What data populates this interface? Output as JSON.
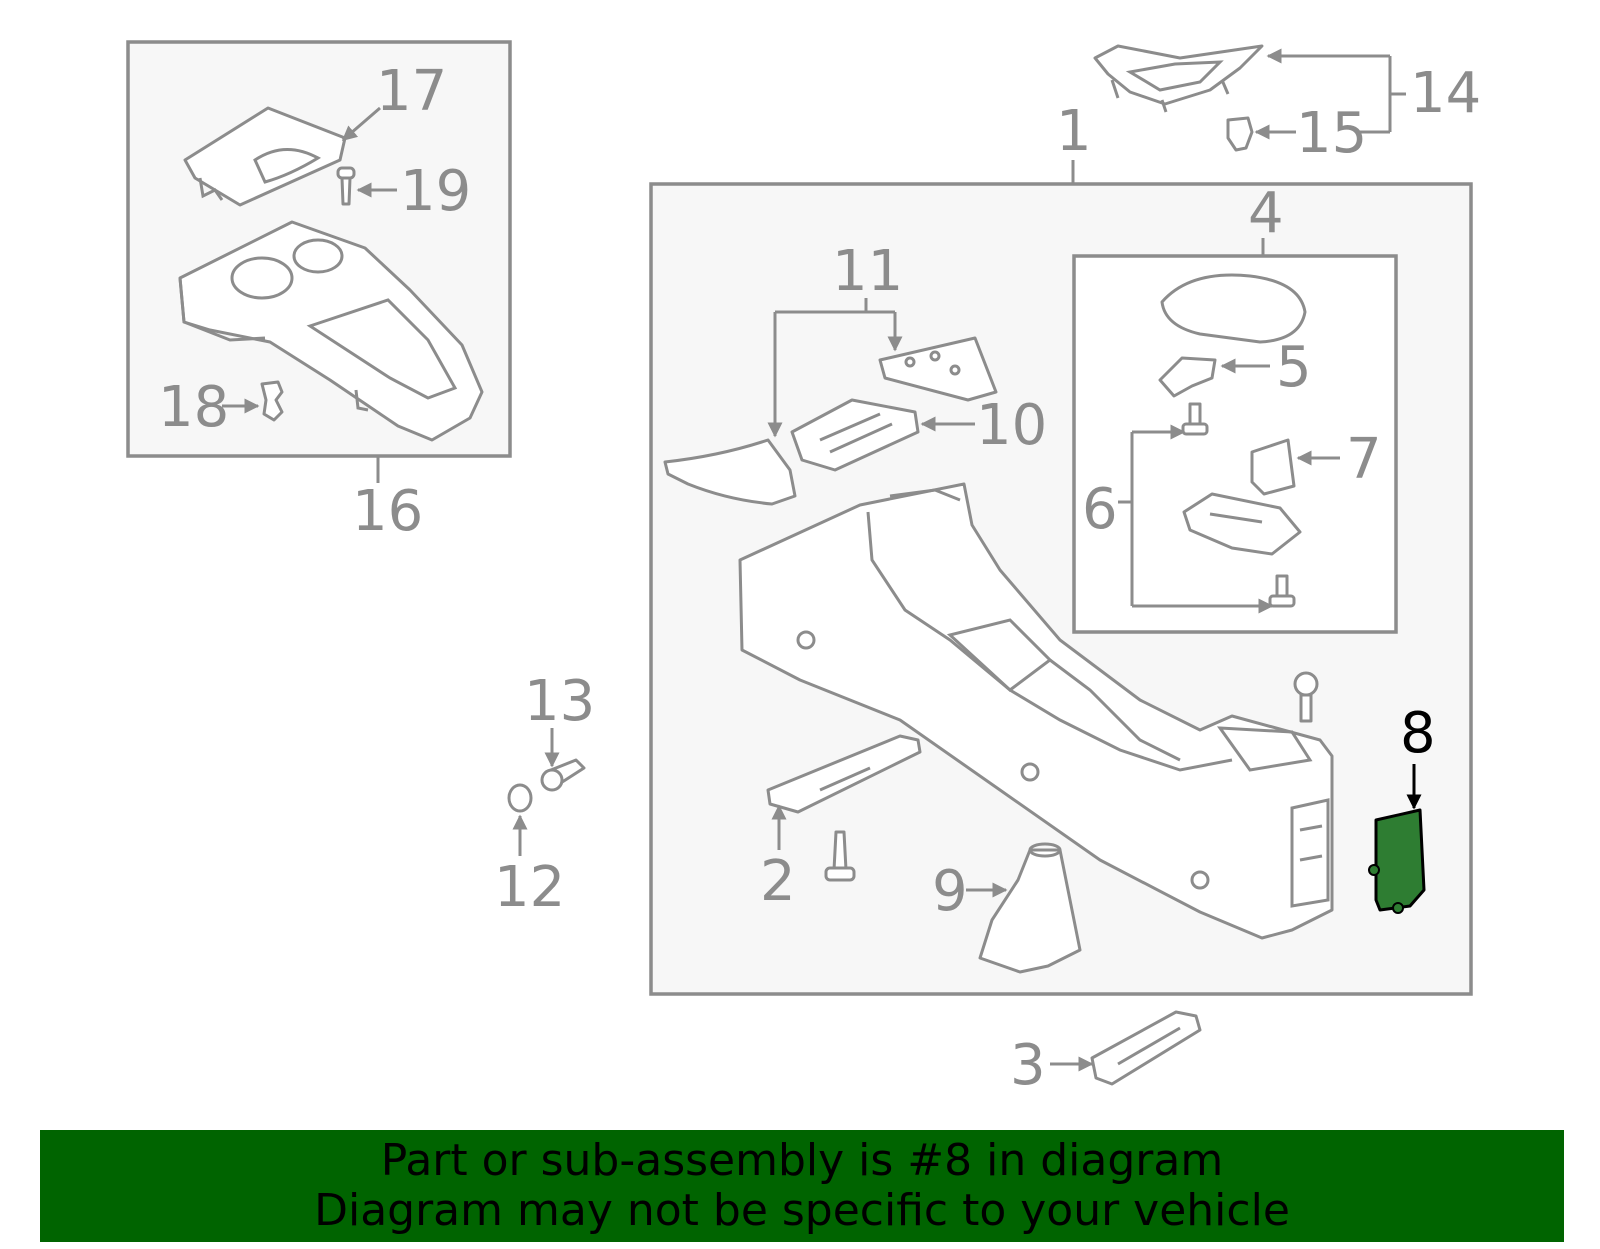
{
  "labels": {
    "p1": "1",
    "p2": "2",
    "p3": "3",
    "p4": "4",
    "p5": "5",
    "p6": "6",
    "p7": "7",
    "p8": "8",
    "p9": "9",
    "p10": "10",
    "p11": "11",
    "p12": "12",
    "p13": "13",
    "p14": "14",
    "p15": "15",
    "p16": "16",
    "p17": "17",
    "p18": "18",
    "p19": "19"
  },
  "highlight_part": "8",
  "colors": {
    "highlight": "#2e7d32",
    "banner": "#006400",
    "line": "#8c8c8c"
  },
  "banner": {
    "line1": "Part or sub-assembly is #8 in diagram",
    "line2": "Diagram may not be specific to your vehicle"
  }
}
